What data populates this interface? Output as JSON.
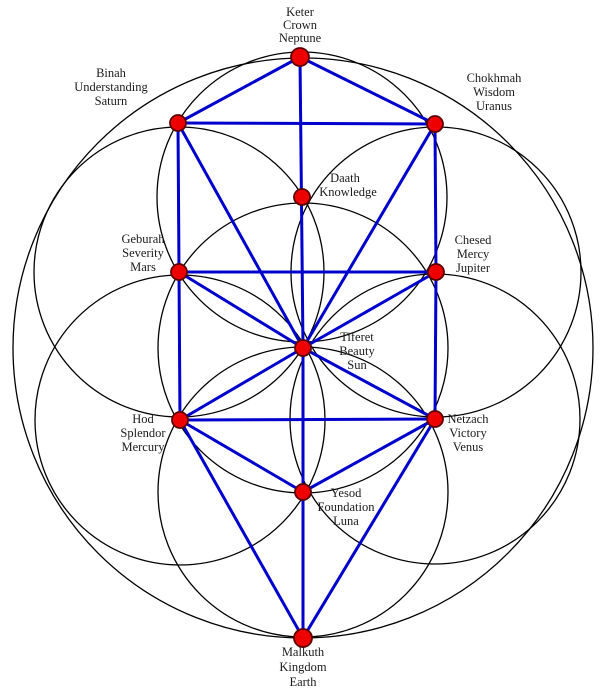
{
  "diagram": {
    "title": "Tree of Life (Kabbalah) over Seed-of-Life circles",
    "colors": {
      "background": "#ffffff",
      "construction_circle": "#000000",
      "path_blue": "#0000cc",
      "node_red": "#ee0000",
      "node_outline": "#5c0000",
      "label_text": "#1b1b1b"
    }
  },
  "sephirot": [
    {
      "id": "keter",
      "name": "Keter",
      "attribute": "Crown",
      "planet": "Neptune"
    },
    {
      "id": "binah",
      "name": "Binah",
      "attribute": "Understanding",
      "planet": "Saturn"
    },
    {
      "id": "chokhmah",
      "name": "Chokhmah",
      "attribute": "Wisdom",
      "planet": "Uranus"
    },
    {
      "id": "daath",
      "name": "Daath",
      "attribute": "Knowledge",
      "planet": ""
    },
    {
      "id": "geburah",
      "name": "Geburah",
      "attribute": "Severity",
      "planet": "Mars"
    },
    {
      "id": "chesed",
      "name": "Chesed",
      "attribute": "Mercy",
      "planet": "Jupiter"
    },
    {
      "id": "tiferet",
      "name": "Tiferet",
      "attribute": "Beauty",
      "planet": "Sun"
    },
    {
      "id": "hod",
      "name": "Hod",
      "attribute": "Splendor",
      "planet": "Mercury"
    },
    {
      "id": "netzach",
      "name": "Netzach",
      "attribute": "Victory",
      "planet": "Venus"
    },
    {
      "id": "yesod",
      "name": "Yesod",
      "attribute": "Foundation",
      "planet": "Luna"
    },
    {
      "id": "malkuth",
      "name": "Malkuth",
      "attribute": "Kingdom",
      "planet": "Earth"
    }
  ],
  "paths": [
    [
      "keter",
      "binah"
    ],
    [
      "keter",
      "chokhmah"
    ],
    [
      "keter",
      "tiferet"
    ],
    [
      "binah",
      "chokhmah"
    ],
    [
      "binah",
      "geburah"
    ],
    [
      "binah",
      "tiferet"
    ],
    [
      "chokhmah",
      "chesed"
    ],
    [
      "chokhmah",
      "tiferet"
    ],
    [
      "geburah",
      "chesed"
    ],
    [
      "geburah",
      "tiferet"
    ],
    [
      "geburah",
      "hod"
    ],
    [
      "chesed",
      "tiferet"
    ],
    [
      "chesed",
      "netzach"
    ],
    [
      "tiferet",
      "hod"
    ],
    [
      "tiferet",
      "netzach"
    ],
    [
      "tiferet",
      "yesod"
    ],
    [
      "hod",
      "netzach"
    ],
    [
      "hod",
      "yesod"
    ],
    [
      "hod",
      "malkuth"
    ],
    [
      "netzach",
      "yesod"
    ],
    [
      "netzach",
      "malkuth"
    ],
    [
      "yesod",
      "malkuth"
    ]
  ]
}
